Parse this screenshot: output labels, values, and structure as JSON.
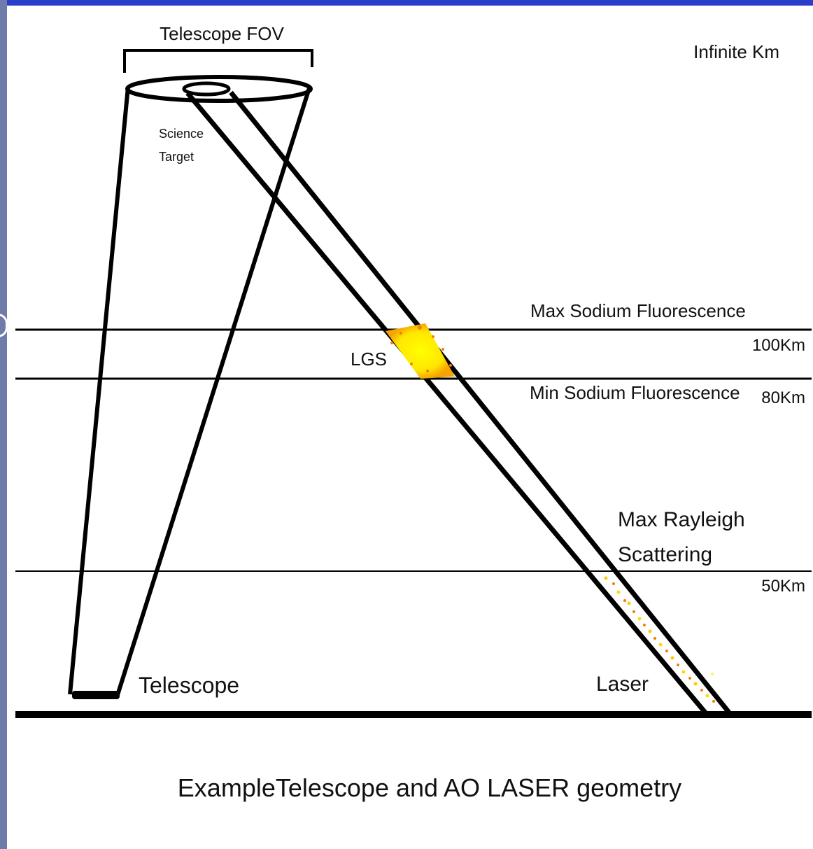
{
  "diagram": {
    "fov_label": "Telescope FOV",
    "infinite_label": "Infinite Km",
    "science_target_line1": "Science",
    "science_target_line2": "Target",
    "max_sodium_label": "Max Sodium Fluorescence",
    "min_sodium_label": "Min Sodium Fluorescence",
    "altitude_100": "100Km",
    "altitude_80": "80Km",
    "altitude_50": "50Km",
    "lgs_label": "LGS",
    "rayleigh_line1": "Max Rayleigh",
    "rayleigh_line2": "Scattering",
    "telescope_label": "Telescope",
    "laser_label": "Laser",
    "caption": "ExampleTelescope and AO LASER geometry"
  },
  "colors": {
    "frame": "#2a3fc9",
    "outer": "#6f7ba8",
    "panel": "#ffffff",
    "ink": "#000000",
    "lgs_glow": "#ffee00",
    "scatter_orange": "#f08000"
  }
}
